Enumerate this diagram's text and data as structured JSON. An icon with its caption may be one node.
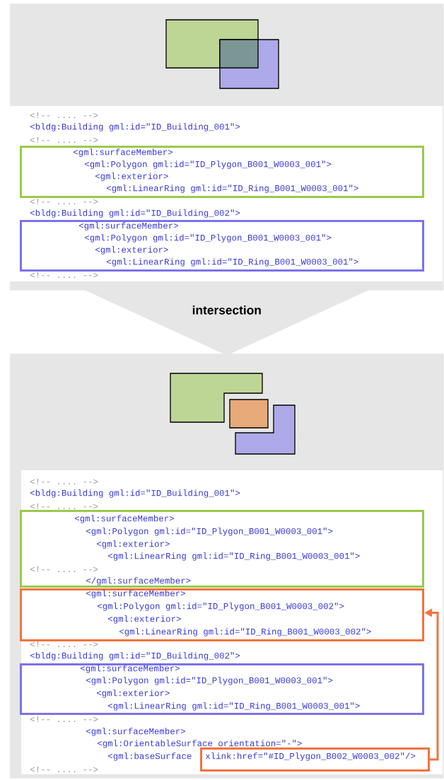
{
  "diagram": {
    "nodes": [
      {
        "text": [],
        "shape": "box"
      },
      {
        "text": [
          "<gml:surfaceMember>",
          "<gml:Polygon gml:id=\"ID_Plygon_B001_W0003_001\">",
          "<gml:exterior>",
          "<gml:LinearRing gml:id=\"ID_Ring_B001_W0003_001\">"
        ],
        "in": 0
      },
      {
        "text": [
          "<gml:surfaceMember>",
          "<gml:Polygon gml:id=\"ID_Plygon_B001_W0003_001\">",
          "<gml:exterior>",
          "<gml:LinearRing gml:id=\"ID_Ring_B001_W0003_001\">"
        ],
        "in": 0
      },
      {
        "text": [],
        "shape": "box"
      },
      {
        "text": [
          "<gml:surfaceMember>",
          "<gml:Polygon gml:id=\"ID_Plygon_B001_W0003_001\">",
          "<gml:exterior>",
          "<gml:LinearRing gml:id=\"ID_Ring_B001_W0003_001\">",
          "<!-- .... -->",
          "</gml:surfaceMember>"
        ],
        "in": 3
      },
      {
        "text": [
          "<gml:surfaceMember>",
          "<gml:Polygon gml:id=\"ID_Plygon_B001_W0003_002\">",
          "<gml:exterior>",
          "<gml:LinearRing gml:id=\"ID_Ring_B001_W0003_002\">"
        ],
        "in": 3
      },
      {
        "text": [
          "<gml:surfaceMember>",
          "<gml:Polygon gml:id=\"ID_Plygon_B001_W0003_001\">",
          "<gml:exterior>",
          "<gml:LinearRing gml:id=\"ID_Ring_B001_W0003_001\">"
        ],
        "in": 3
      },
      {
        "text": [
          "xlink:href=\"#ID_Plygon_B002_W0003_002\"/>"
        ],
        "in": 3
      }
    ],
    "edges": [
      {
        "from": 0,
        "to": 3,
        "arrow": "to",
        "label": "intersection",
        "style": "thick"
      },
      {
        "from": 7,
        "to": 5,
        "arrow": "to",
        "color": "#f4733d"
      }
    ],
    "labels": [
      "<!-- .... -->",
      "<bldg:Building gml:id=\"ID_Building_001\">",
      "<!-- .... -->",
      "<!-- .... -->",
      "<bldg:Building gml:id=\"ID_Building_002\">",
      "<!-- .... -->",
      "<!-- .... -->",
      "<bldg:Building gml:id=\"ID_Building_001\">",
      "<!-- .... -->",
      "<!-- .... -->",
      "<bldg:Building gml:id=\"ID_Building_002\">",
      "<!-- .... -->",
      "<gml:surfaceMember>",
      "<gml:OrientableSurface orientation=\"-\">",
      "<gml:baseSurface",
      "<!-- .... -->"
    ]
  }
}
